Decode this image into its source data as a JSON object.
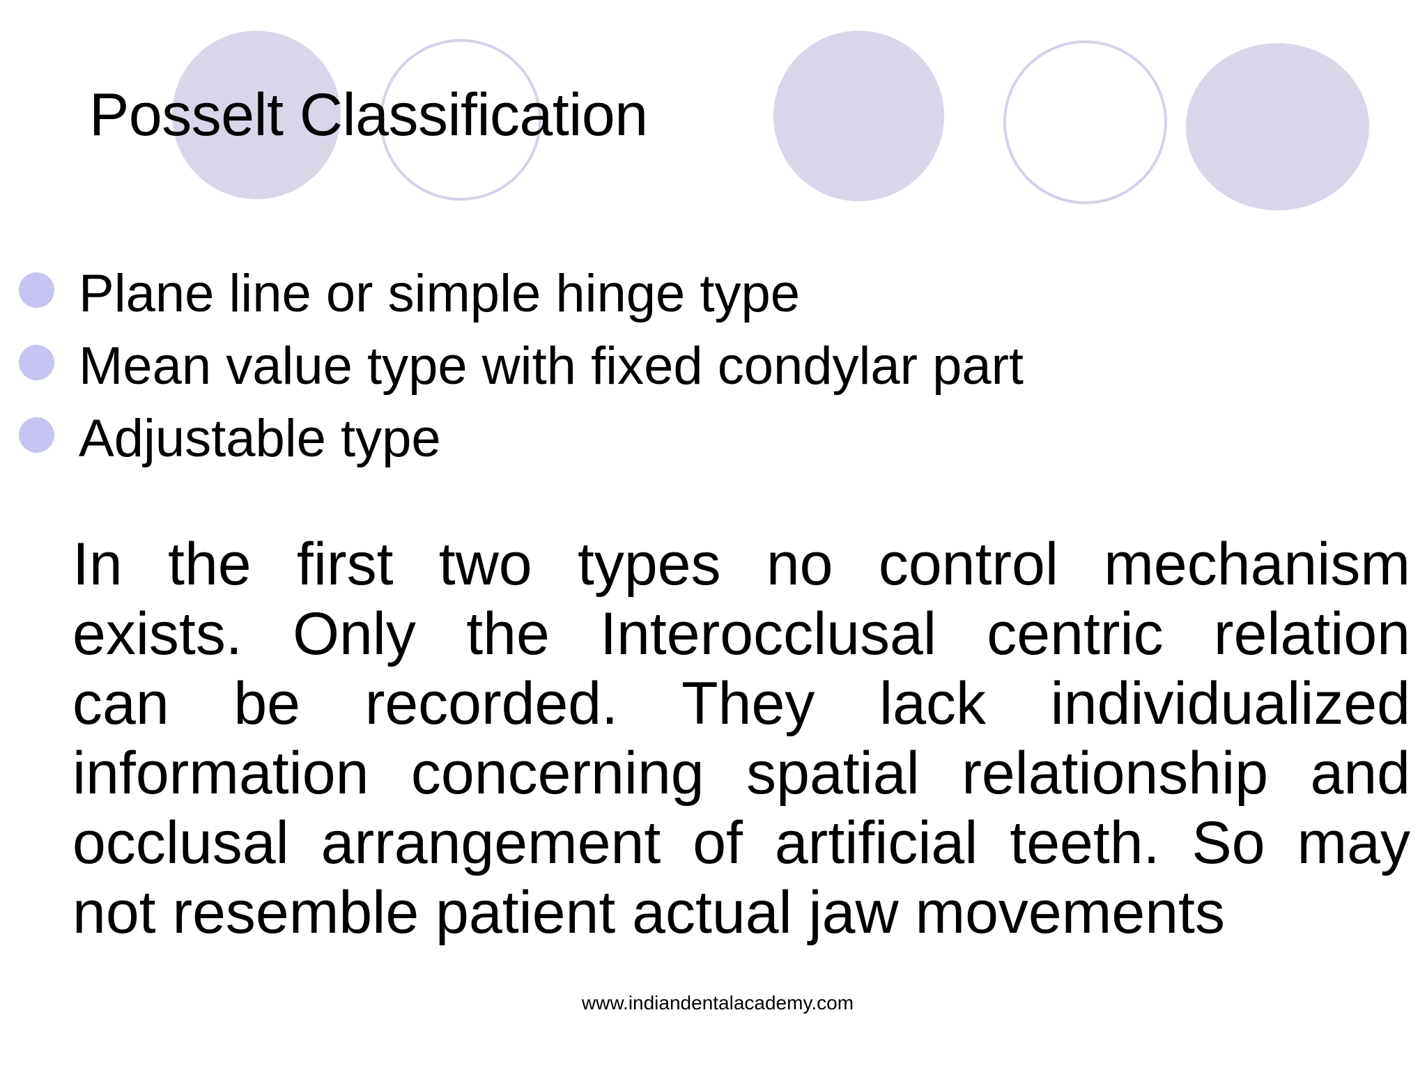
{
  "slide": {
    "title": "Posselt Classification",
    "background_color": "#ffffff",
    "text_color": "#000000"
  },
  "decoration": {
    "filled_circle_color": "#d7d7e9",
    "outline_circle_color": "#d2d2e8",
    "circles": [
      {
        "name": "circle-filled-1",
        "style": "filled"
      },
      {
        "name": "circle-outline-1",
        "style": "outline"
      },
      {
        "name": "circle-filled-2",
        "style": "filled"
      },
      {
        "name": "circle-outline-2",
        "style": "outline"
      },
      {
        "name": "circle-filled-3",
        "style": "filled"
      }
    ]
  },
  "bullets": {
    "marker_color": "#c6c4f3",
    "items": [
      {
        "label": "Plane line or simple hinge type"
      },
      {
        "label": "Mean value type with fixed condylar part"
      },
      {
        "label": "Adjustable type"
      }
    ]
  },
  "paragraph": {
    "full_text": "In the first two types no control mechanism exists. Only the Interocclusal centric relation can be recorded. They lack individualized information concerning spatial relationship and occlusal arrangement of artificial teeth. So may not resemble patient actual jaw movements",
    "lines": [
      "In the first two types no control mechanism",
      "exists. Only the Interocclusal centric relation",
      "can be recorded. They lack individualized",
      "information concerning spatial relationship and",
      "occlusal arrangement of artificial teeth. So may",
      "not resemble patient actual jaw movements"
    ]
  },
  "footer": {
    "text": "www.indiandentalacademy.com"
  }
}
